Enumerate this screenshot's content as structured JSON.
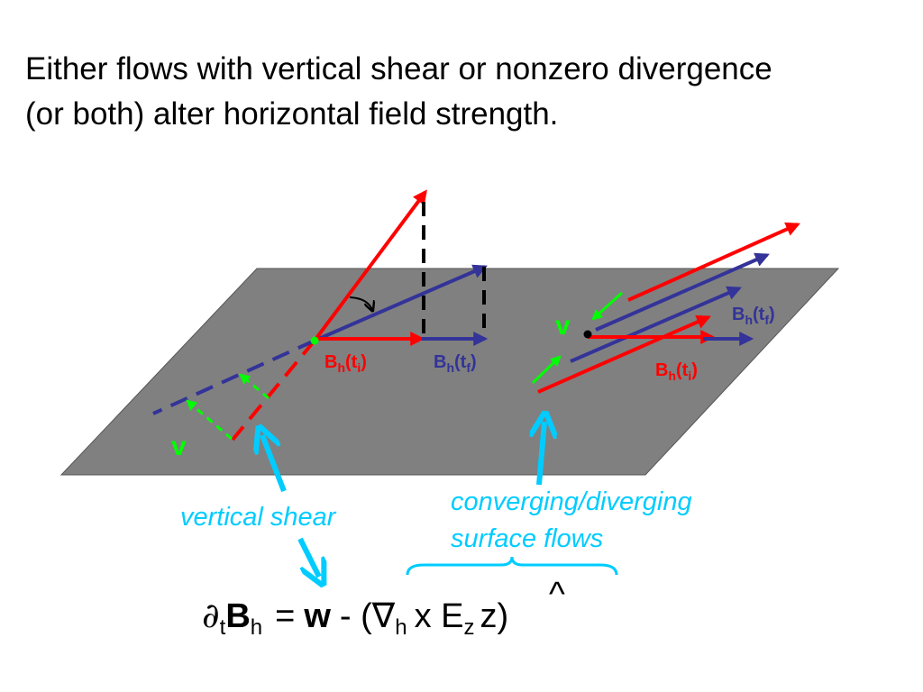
{
  "heading": {
    "line1": "Either flows with vertical shear or nonzero divergence",
    "line2": "(or both) alter horizontal field strength."
  },
  "labels": {
    "bh_base": "B",
    "bh_sub": "h",
    "open_paren": "(t",
    "initial_sub": "i",
    "final_sub": "f",
    "close_paren": ")",
    "v": "v"
  },
  "captions": {
    "shear": "vertical shear",
    "flows_line1": "converging/diverging",
    "flows_line2": "surface flows"
  },
  "equation": {
    "partial": "∂",
    "partial_sub": "t",
    "b": "B",
    "b_sub": "h",
    "equals": "=",
    "w": "w",
    "minus_paren": "- (∇",
    "nabla_sub": "h",
    "cross": "x E",
    "e_sub": "z",
    "z": "z",
    "hat": "^",
    "end": ")"
  },
  "colors": {
    "plane": "#808080",
    "red": "#ff0000",
    "blue": "#333399",
    "green": "#00ff00",
    "cyan": "#00ccff",
    "black": "#000000"
  }
}
